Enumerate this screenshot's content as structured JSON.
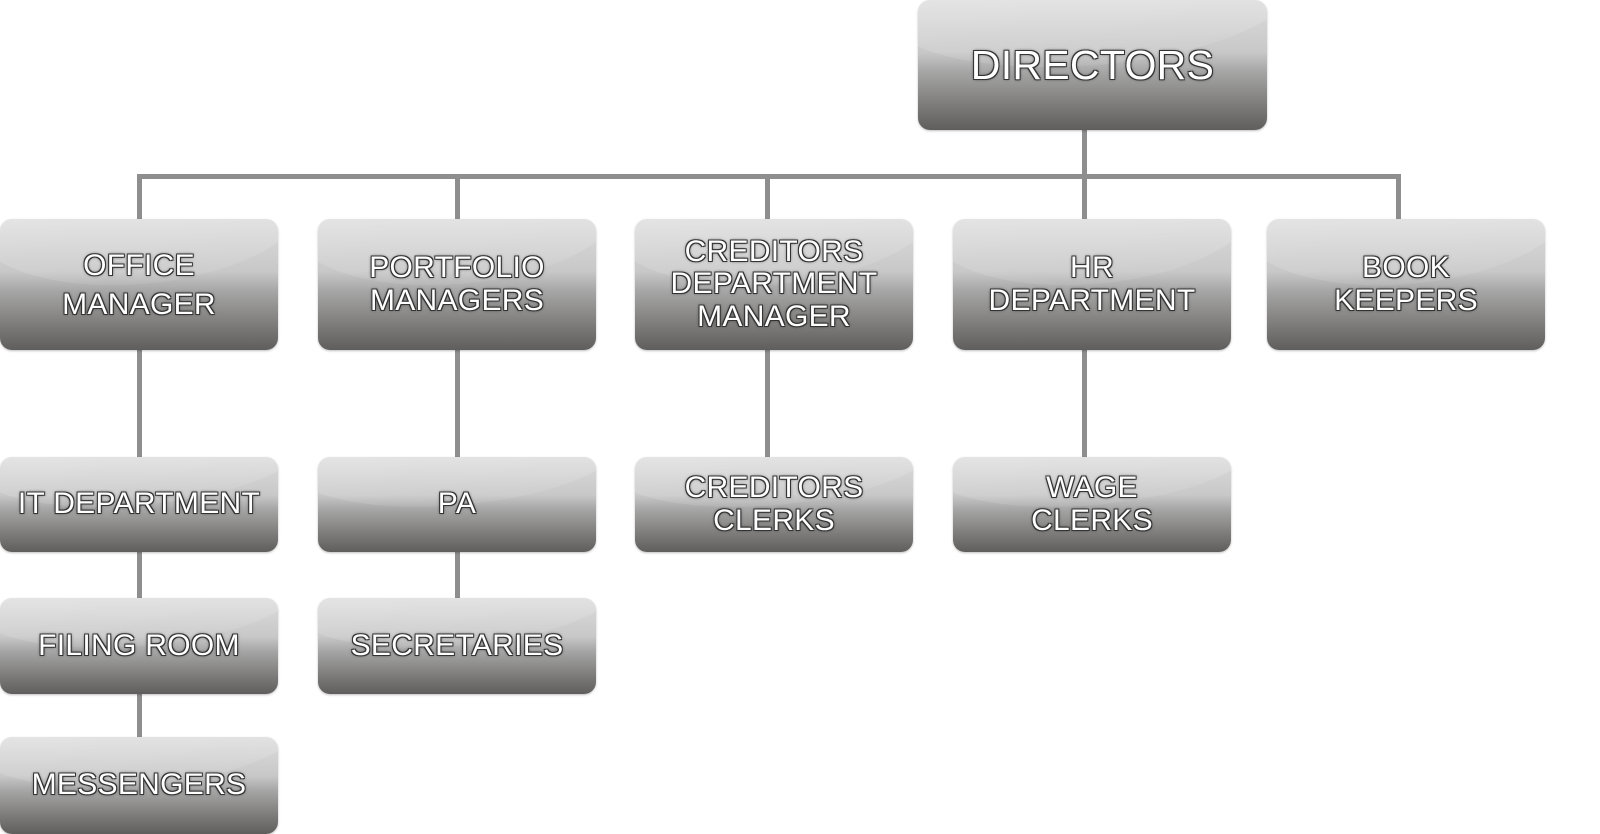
{
  "nodes": {
    "directors": "DIRECTORS",
    "office_manager": "OFFICE\nMANAGER",
    "portfolio_managers": "PORTFOLIO\nMANAGERS",
    "creditors_department_manager": "CREDITORS\nDEPARTMENT\nMANAGER",
    "hr_department": "HR\nDEPARTMENT",
    "book_keepers": "BOOK\nKEEPERS",
    "it_department": "IT DEPARTMENT",
    "pa": "PA",
    "creditors_clerks": "CREDITORS\nCLERKS",
    "wage_clerks": "WAGE\nCLERKS",
    "filing_room": "FILING ROOM",
    "secretaries": "SECRETARIES",
    "messengers": "MESSENGERS"
  }
}
